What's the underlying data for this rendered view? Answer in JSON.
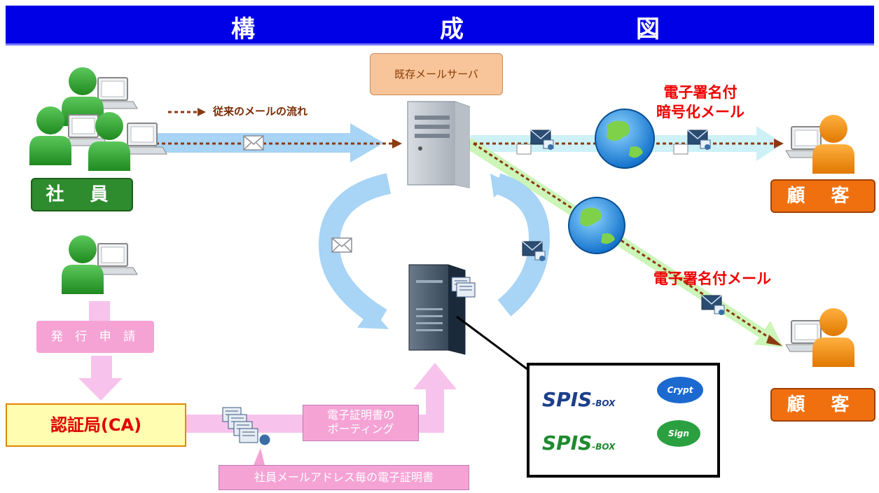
{
  "title": [
    "構",
    "成",
    "図"
  ],
  "employees_label": "社 員",
  "customer_label_1": "顧 客",
  "customer_label_2": "顧 客",
  "existing_server_label": "既存メールサーバ",
  "conventional_flow_label": "従来のメールの流れ",
  "signed_encrypted_label": [
    "電子署名付",
    "暗号化メール"
  ],
  "signed_label": "電子署名付メール",
  "issue_request_label": "発 行 申 請",
  "ca_label": "認証局(CA)",
  "cert_import_label": [
    "電子証明書の",
    "ポーティング"
  ],
  "per_address_cert_label": "社員メールアドレス毎の電子証明書",
  "products": [
    {
      "name": "SPIS",
      "suffix": "-BOX",
      "badge": "Crypt"
    },
    {
      "name": "SPIS",
      "suffix": "-BOX",
      "badge": "Sign"
    }
  ],
  "colors": {
    "title_bar": "#0000e6",
    "employee_green": "#2e8b2e",
    "customer_orange": "#f07010",
    "flow_blue": "#a8d4f5",
    "pink": "#f5a3d5",
    "signed_green": "#ccf5b8",
    "dotted_brown": "#8b3a10",
    "red_text": "#ee0000"
  }
}
